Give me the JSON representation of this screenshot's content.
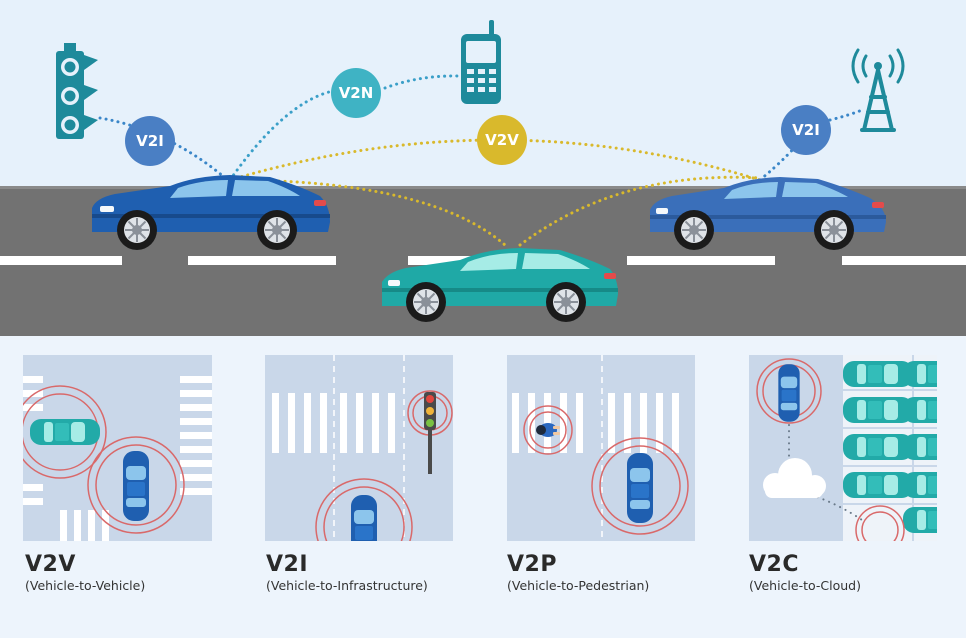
{
  "badges": {
    "v2i_left": "V2I",
    "v2n": "V2N",
    "v2v": "V2V",
    "v2i_right": "V2I"
  },
  "panels": [
    {
      "title": "V2V",
      "subtitle": "(Vehicle-to-Vehicle)"
    },
    {
      "title": "V2I",
      "subtitle": "(Vehicle-to-Infrastructure)"
    },
    {
      "title": "V2P",
      "subtitle": "(Vehicle-to-Pedestrian)"
    },
    {
      "title": "V2C",
      "subtitle": "(Vehicle-to-Cloud)"
    }
  ],
  "colors": {
    "sky": "#e6f1fb",
    "road": "#727272",
    "badge_blue": "#4a7fc4",
    "badge_teal": "#3fb3c4",
    "badge_yellow": "#d9b92c",
    "car_blue": "#1f5fb0",
    "car_teal": "#1fa9a6",
    "panel_bg": "#c9d7e9"
  }
}
